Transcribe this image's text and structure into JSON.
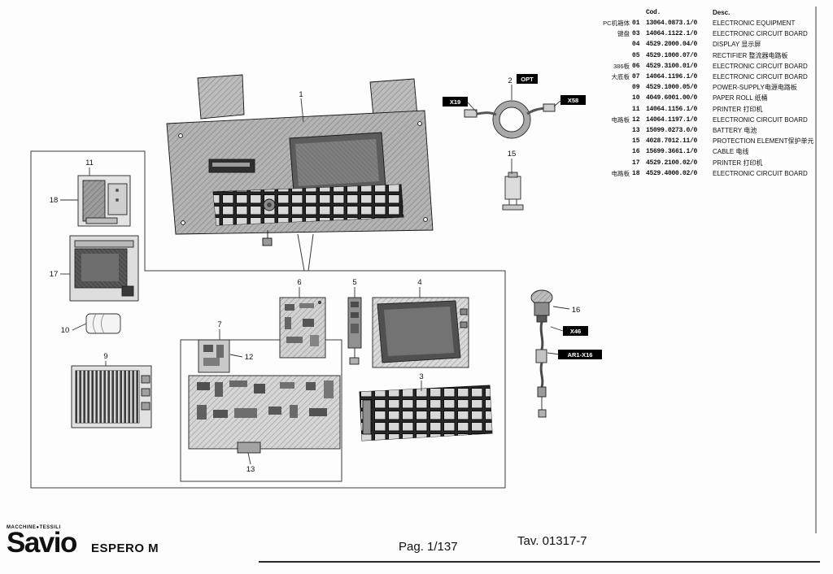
{
  "parts_table": {
    "headers": {
      "cod": "Cod.",
      "desc": "Desc."
    },
    "rows": [
      {
        "side": "PC机箱体",
        "num": "01",
        "code": "13064.0873.1/0",
        "desc": "ELECTRONIC EQUIPMENT"
      },
      {
        "side": "键盘",
        "num": "03",
        "code": "14064.1122.1/0",
        "desc": "ELECTRONIC CIRCUIT BOARD"
      },
      {
        "side": "",
        "num": "04",
        "code": "4529.2000.04/0",
        "desc": "DISPLAY 显示屏"
      },
      {
        "side": "",
        "num": "05",
        "code": "4529.1000.07/0",
        "desc": "RECTIFIER 整流器电路板"
      },
      {
        "side": "386板",
        "num": "06",
        "code": "4529.3100.01/0",
        "desc": "ELECTRONIC CIRCUIT BOARD"
      },
      {
        "side": "大底板",
        "num": "07",
        "code": "14064.1196.1/0",
        "desc": "ELECTRONIC CIRCUIT BOARD"
      },
      {
        "side": "",
        "num": "09",
        "code": "4529.1000.05/0",
        "desc": "POWER-SUPPLY电源电路板"
      },
      {
        "side": "",
        "num": "10",
        "code": "4049.6001.00/0",
        "desc": "PAPER ROLL 纸桶"
      },
      {
        "side": "",
        "num": "11",
        "code": "14064.1156.1/0",
        "desc": "PRINTER 打印机"
      },
      {
        "side": "电路板",
        "num": "12",
        "code": "14064.1197.1/0",
        "desc": "ELECTRONIC CIRCUIT BOARD"
      },
      {
        "side": "",
        "num": "13",
        "code": "15099.0273.0/0",
        "desc": "BATTERY 电池"
      },
      {
        "side": "",
        "num": "15",
        "code": "4028.7012.11/0",
        "desc": "PROTECTION ELEMENT保护单元"
      },
      {
        "side": "",
        "num": "16",
        "code": "15699.3661.1/0",
        "desc": "CABLE 电线"
      },
      {
        "side": "",
        "num": "17",
        "code": "4529.2100.02/0",
        "desc": "PRINTER 打印机"
      },
      {
        "side": "电路板",
        "num": "18",
        "code": "4529.4000.02/0",
        "desc": "ELECTRONIC CIRCUIT BOARD"
      }
    ]
  },
  "diagram": {
    "callouts": {
      "c1": "1",
      "c2": "2",
      "c3": "3",
      "c4": "4",
      "c5": "5",
      "c6": "6",
      "c7": "7",
      "c9": "9",
      "c10": "10",
      "c11": "11",
      "c12": "12",
      "c13": "13",
      "c15": "15",
      "c16": "16",
      "c17": "17",
      "c18": "18"
    },
    "connector_labels": {
      "x19": "X19",
      "x58": "X58",
      "opt": "OPT",
      "x46": "X46",
      "ar1_x16": "AR1-X16"
    }
  },
  "footer": {
    "brand_top": "MACCHINE●TESSILI",
    "brand": "Savio",
    "model": "ESPERO M",
    "page": "Pag. 1/137",
    "plate": "Tav. 01317-7"
  }
}
